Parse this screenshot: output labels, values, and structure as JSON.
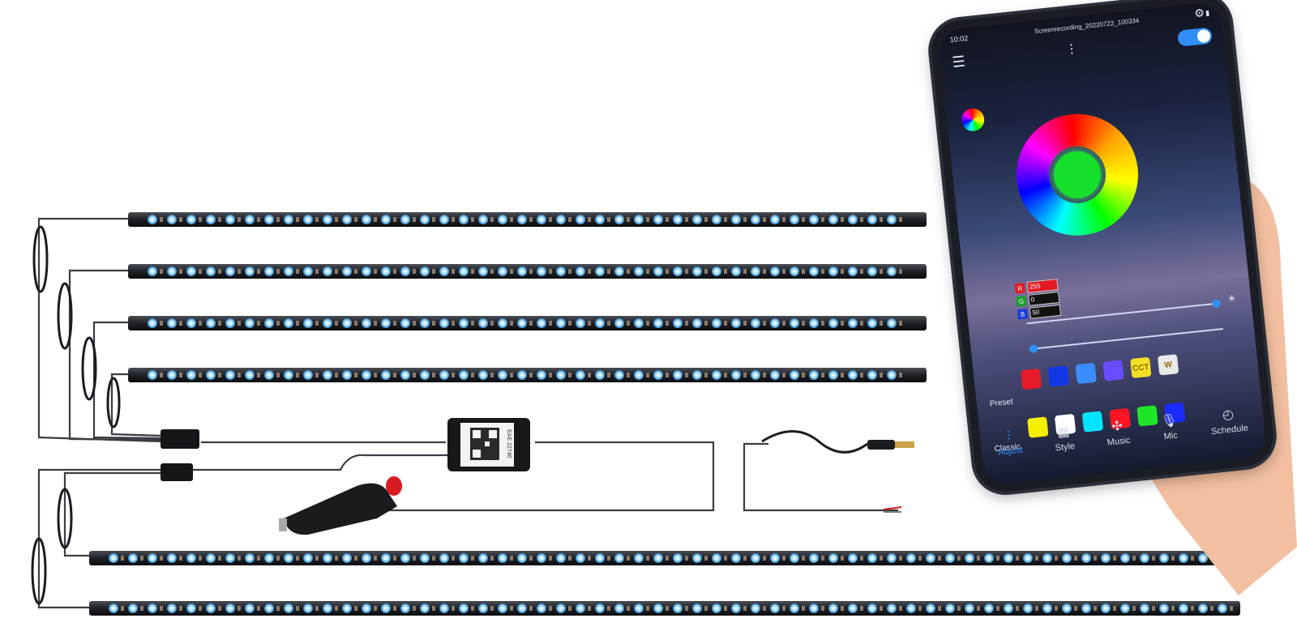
{
  "phone": {
    "status_time": "10:02",
    "recording_title": "Screenrecording_20220722_100334",
    "tabs": [
      "Adjust",
      "Style",
      "Music",
      "Mic",
      "Schedule"
    ],
    "active_tab": "Adjust",
    "rgb": {
      "r_label": "R",
      "r": "255",
      "g_label": "G",
      "g": "0",
      "b_label": "B",
      "b": "50"
    },
    "preset_label": "Preset",
    "classic_label": "Classic",
    "preset_swatches": [
      {
        "name": "red",
        "color": "#e61b2a",
        "label": ""
      },
      {
        "name": "blue",
        "color": "#1136e6",
        "label": ""
      },
      {
        "name": "sky",
        "color": "#3b8cff",
        "label": ""
      },
      {
        "name": "violet",
        "color": "#6a4cff",
        "label": ""
      },
      {
        "name": "cct",
        "color": "#f4e025",
        "label": "CCT"
      },
      {
        "name": "white",
        "color": "#e9e9e9",
        "label": "W"
      }
    ],
    "classic_swatches": [
      {
        "name": "yellow",
        "color": "#f5ef00"
      },
      {
        "name": "white",
        "color": "#ffffff"
      },
      {
        "name": "cyan",
        "color": "#00e5ff"
      },
      {
        "name": "red",
        "color": "#ff1524"
      },
      {
        "name": "green",
        "color": "#1fe52a"
      },
      {
        "name": "blue",
        "color": "#1a2bff"
      }
    ],
    "selected_center_color": "#16e02b"
  },
  "controller_qr_text": "EAE 22740",
  "accent_colors": {
    "ui_blue": "#2f8ff6",
    "strip_glow": "#8ed8ff"
  }
}
